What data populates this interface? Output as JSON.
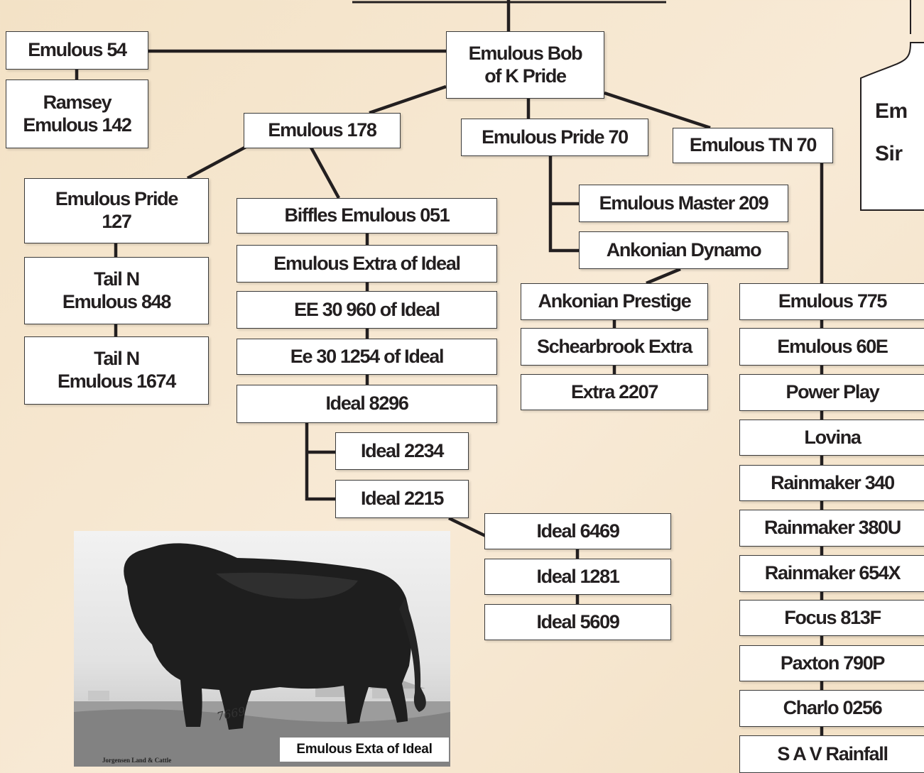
{
  "nodes": {
    "emulous_54": "Emulous 54",
    "ramsey_emulous_142": [
      "Ramsey",
      "Emulous 142"
    ],
    "emulous_bob_of_k_pride": [
      "Emulous Bob",
      "of K Pride"
    ],
    "emulous_178": "Emulous 178",
    "emulous_pride_70": "Emulous Pride 70",
    "emulous_tn_70": "Emulous TN 70",
    "emulous_pride_127": [
      "Emulous Pride",
      "127"
    ],
    "tail_n_emulous_848": [
      "Tail N",
      "Emulous 848"
    ],
    "tail_n_emulous_1674": [
      "Tail N",
      "Emulous 1674"
    ],
    "biffles_emulous_051": "Biffles Emulous 051",
    "emulous_extra_of_ideal": "Emulous Extra of Ideal",
    "ee_30_960_of_ideal": "EE 30 960 of Ideal",
    "ee_30_1254_of_ideal": "Ee 30 1254 of Ideal",
    "ideal_8296": "Ideal 8296",
    "ideal_2234": "Ideal 2234",
    "ideal_2215": "Ideal 2215",
    "ideal_6469": "Ideal 6469",
    "ideal_1281": "Ideal 1281",
    "ideal_5609": "Ideal 5609",
    "emulous_master_209": "Emulous Master 209",
    "ankonian_dynamo": "Ankonian Dynamo",
    "ankonian_prestige": "Ankonian Prestige",
    "schearbrook_extra": "Schearbrook Extra",
    "extra_2207": "Extra 2207",
    "emulous_775": "Emulous 775",
    "emulous_60e": "Emulous 60E",
    "power_play": "Power Play",
    "lovina": "Lovina",
    "rainmaker_340": "Rainmaker 340",
    "rainmaker_380u": "Rainmaker 380U",
    "rainmaker_654x": "Rainmaker 654X",
    "focus_813f": "Focus 813F",
    "paxton_790p": "Paxton 790P",
    "charlo_0256": "Charlo 0256",
    "s_a_v_rainfall": "S A V Rainfall"
  },
  "callout": {
    "line1": "Em",
    "line2": "Sir"
  },
  "photo": {
    "caption": "Emulous Exta of Ideal",
    "credit": "Jorgensen Land & Cattle",
    "signature": "7669"
  },
  "colors": {
    "background": "#f5e6cf",
    "line": "#231f20",
    "box": "#ffffff"
  }
}
